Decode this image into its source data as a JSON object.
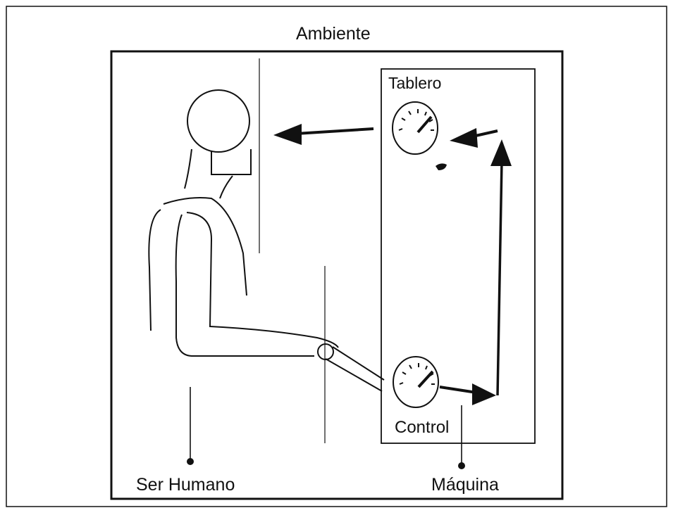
{
  "diagram": {
    "title": "Ambiente",
    "labels": {
      "panel": "Tablero",
      "control": "Control",
      "human": "Ser Humano",
      "machine": "Máquina"
    },
    "colors": {
      "ink": "#111111",
      "background": "#ffffff"
    }
  }
}
